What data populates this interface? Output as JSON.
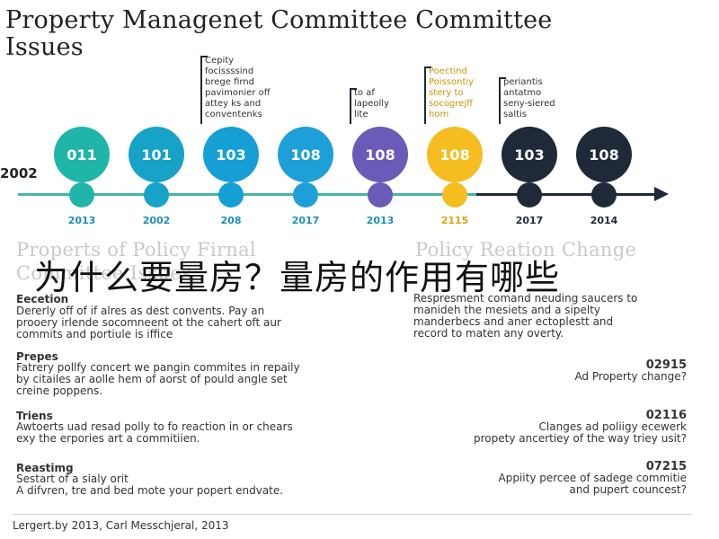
{
  "title_line1": "Property Managenet Committee Committee",
  "title_line2": "Issues",
  "year_left": "2002",
  "timeline": [
    {
      "label": "011",
      "year": "2013",
      "color": "#1fb5a8",
      "note": ""
    },
    {
      "label": "101",
      "year": "2002",
      "color": "#17a2c7",
      "note": ""
    },
    {
      "label": "103",
      "year": "208",
      "color": "#169fd4",
      "note": "Cepity\nfocissssind\nbrege firnd\npavimonier off\nattey ks and\nconventenks"
    },
    {
      "label": "108",
      "year": "2017",
      "color": "#1f9fd8",
      "note": ""
    },
    {
      "label": "108",
      "year": "2013",
      "color": "#6a5bb8",
      "note": "to af\nlapeolly\nlite"
    },
    {
      "label": "108",
      "year": "2115",
      "color": "#f5bd1f",
      "note": "Poectind\nPoissontiy\nstery to\nsocogrejff\nhom"
    },
    {
      "label": "103",
      "year": "2017",
      "color": "#1f2937",
      "note": "periantis\nantatmo\nseny-siered\nsaltis"
    },
    {
      "label": "108",
      "year": "2014",
      "color": "#1f2937",
      "note": ""
    }
  ],
  "left_section": {
    "heading_line1": "Properts of Policy Firnal",
    "heading_line2": "Committee Issues",
    "items": [
      {
        "title": "Eecetion",
        "text": "Dererly off of if alres as dest convents. Pay an\nprooery irlende socomneent ot the cahert oft aur\ncommits and portiule is iffice"
      },
      {
        "title": "Prepes",
        "text": "Fatrery pollfy concert we pangin commites in repaily\nby citailes ar aolle hem of aorst of pould angle set\ncreine poppens."
      },
      {
        "title": "Triens",
        "text": "Awtoerts uad resad polly to fo reaction in or chears\nexy the erpories art a commitiien."
      },
      {
        "title": "Reastimg",
        "text": "Sestart of a sialy orit\nA difvren, tre and bed mote your popert endvate."
      }
    ]
  },
  "right_section": {
    "heading": "Policy Reation Change",
    "intro": "Respresment comand neuding saucers to\nmanideh the mesiets and a sipelty\nmanderbecs and aner ectoplestt and\nrecord to maten any overty.",
    "items": [
      {
        "number": "02915",
        "text": "Ad Property change?"
      },
      {
        "number": "02116",
        "text": "Clanges ad poliigy ecewerk\npropety ancertiey of the way triey usit?"
      },
      {
        "number": "07215",
        "text": "Appiity percee of sadege commitie\nand pupert councest?"
      }
    ]
  },
  "overlay_text": "为什么要量房？量房的作用有哪些",
  "footer": "Lergert.by 2013, Carl Messchjeral, 2013"
}
